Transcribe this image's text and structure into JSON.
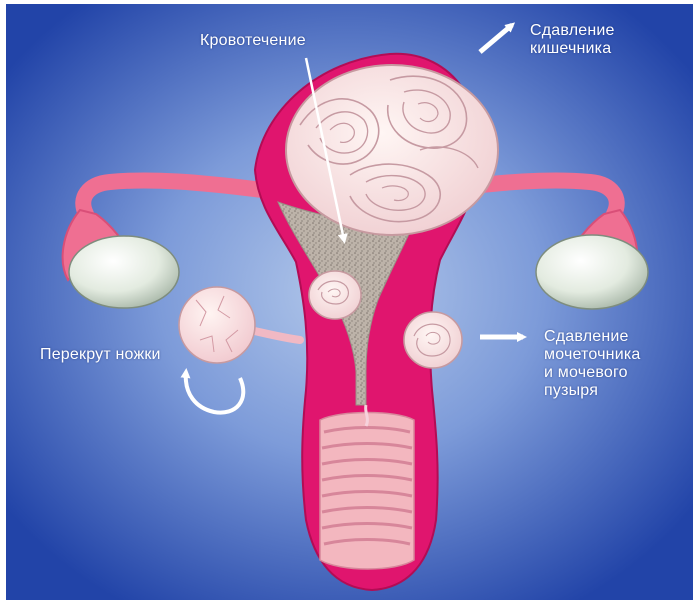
{
  "labels": {
    "bleeding": "Кровотечение",
    "bowel_pressure": [
      "Сдавление",
      "кишечника"
    ],
    "torsion": "Перекрут ножки",
    "ureter_pressure": [
      "Сдавление",
      "мочеточника",
      "и мочевого",
      "пузыря"
    ]
  },
  "colors": {
    "background_center": "#a9c0e6",
    "background_edge": "#1f3fa6",
    "uterus_wall": "#e0156e",
    "uterus_inner": "#f06aa4",
    "fibroid": "#f6dcdc",
    "ovary": "#e8efe4",
    "tube": "#ef6f92",
    "arrow": "#ffffff"
  }
}
